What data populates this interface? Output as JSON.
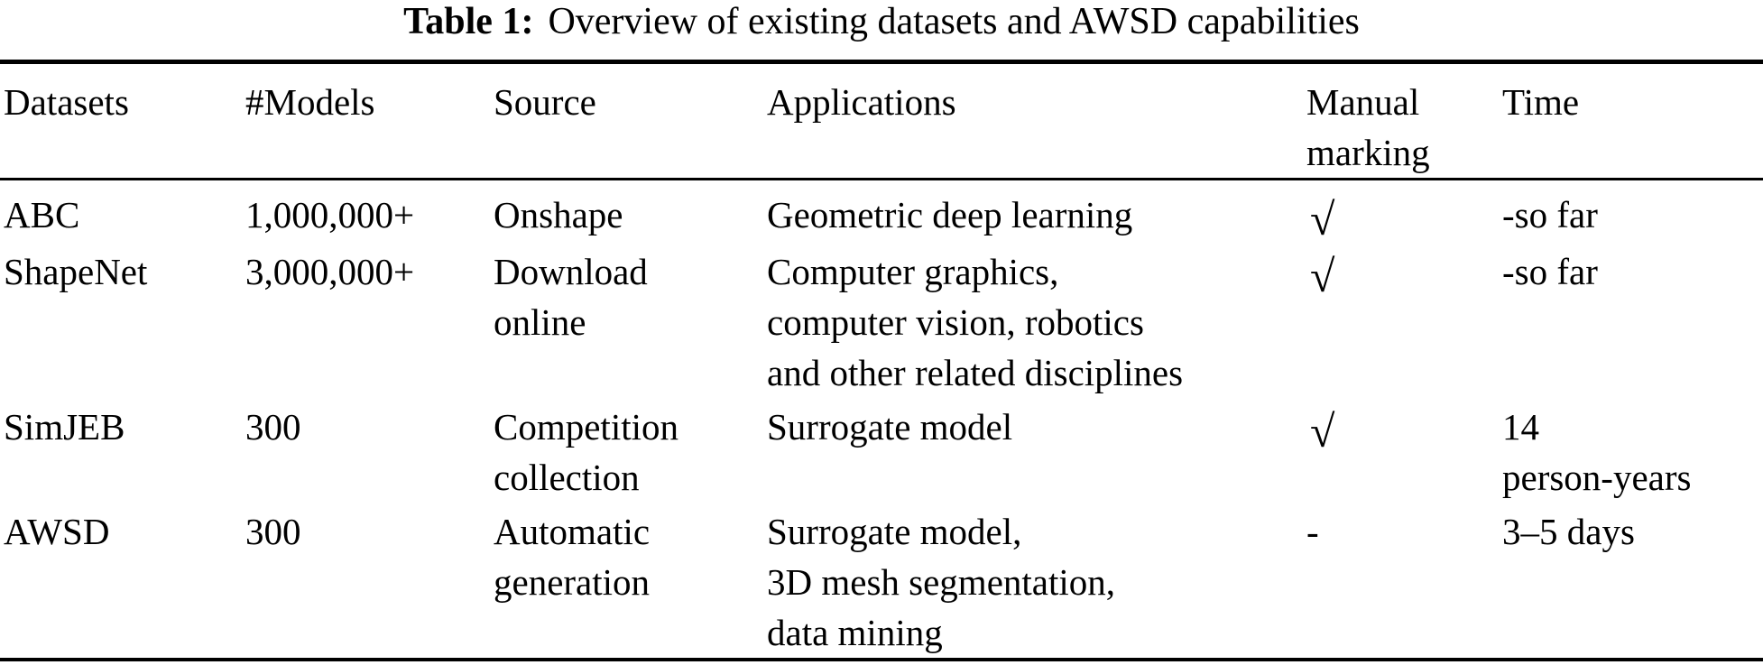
{
  "title": {
    "label": "Table 1:",
    "text": "Overview of existing datasets and AWSD capabilities"
  },
  "table": {
    "headers": {
      "datasets": "Datasets",
      "models": "#Models",
      "source": "Source",
      "applications": "Applications",
      "manual": "Manual marking",
      "time": "Time"
    },
    "rows": [
      {
        "dataset": "ABC",
        "models": "1,000,000+",
        "source": [
          "Onshape"
        ],
        "applications": [
          "Geometric deep learning"
        ],
        "manual": "√",
        "time": [
          "-so far"
        ]
      },
      {
        "dataset": "ShapeNet",
        "models": "3,000,000+",
        "source": [
          "Download",
          "online"
        ],
        "applications": [
          "Computer graphics,",
          "computer vision, robotics",
          "and other related disciplines"
        ],
        "manual": "√",
        "time": [
          "-so far"
        ]
      },
      {
        "dataset": "SimJEB",
        "models": "300",
        "source": [
          "Competition",
          "collection"
        ],
        "applications": [
          "Surrogate model"
        ],
        "manual": "√",
        "time": [
          "14",
          "person-years"
        ]
      },
      {
        "dataset": "AWSD",
        "models": "300",
        "source": [
          "Automatic",
          "generation"
        ],
        "applications": [
          "Surrogate model,",
          "3D mesh segmentation,",
          "data mining"
        ],
        "manual": "-",
        "time": [
          "3–5 days"
        ]
      }
    ]
  },
  "colors": {
    "text": "#000000",
    "background": "#ffffff",
    "rule": "#000000"
  }
}
